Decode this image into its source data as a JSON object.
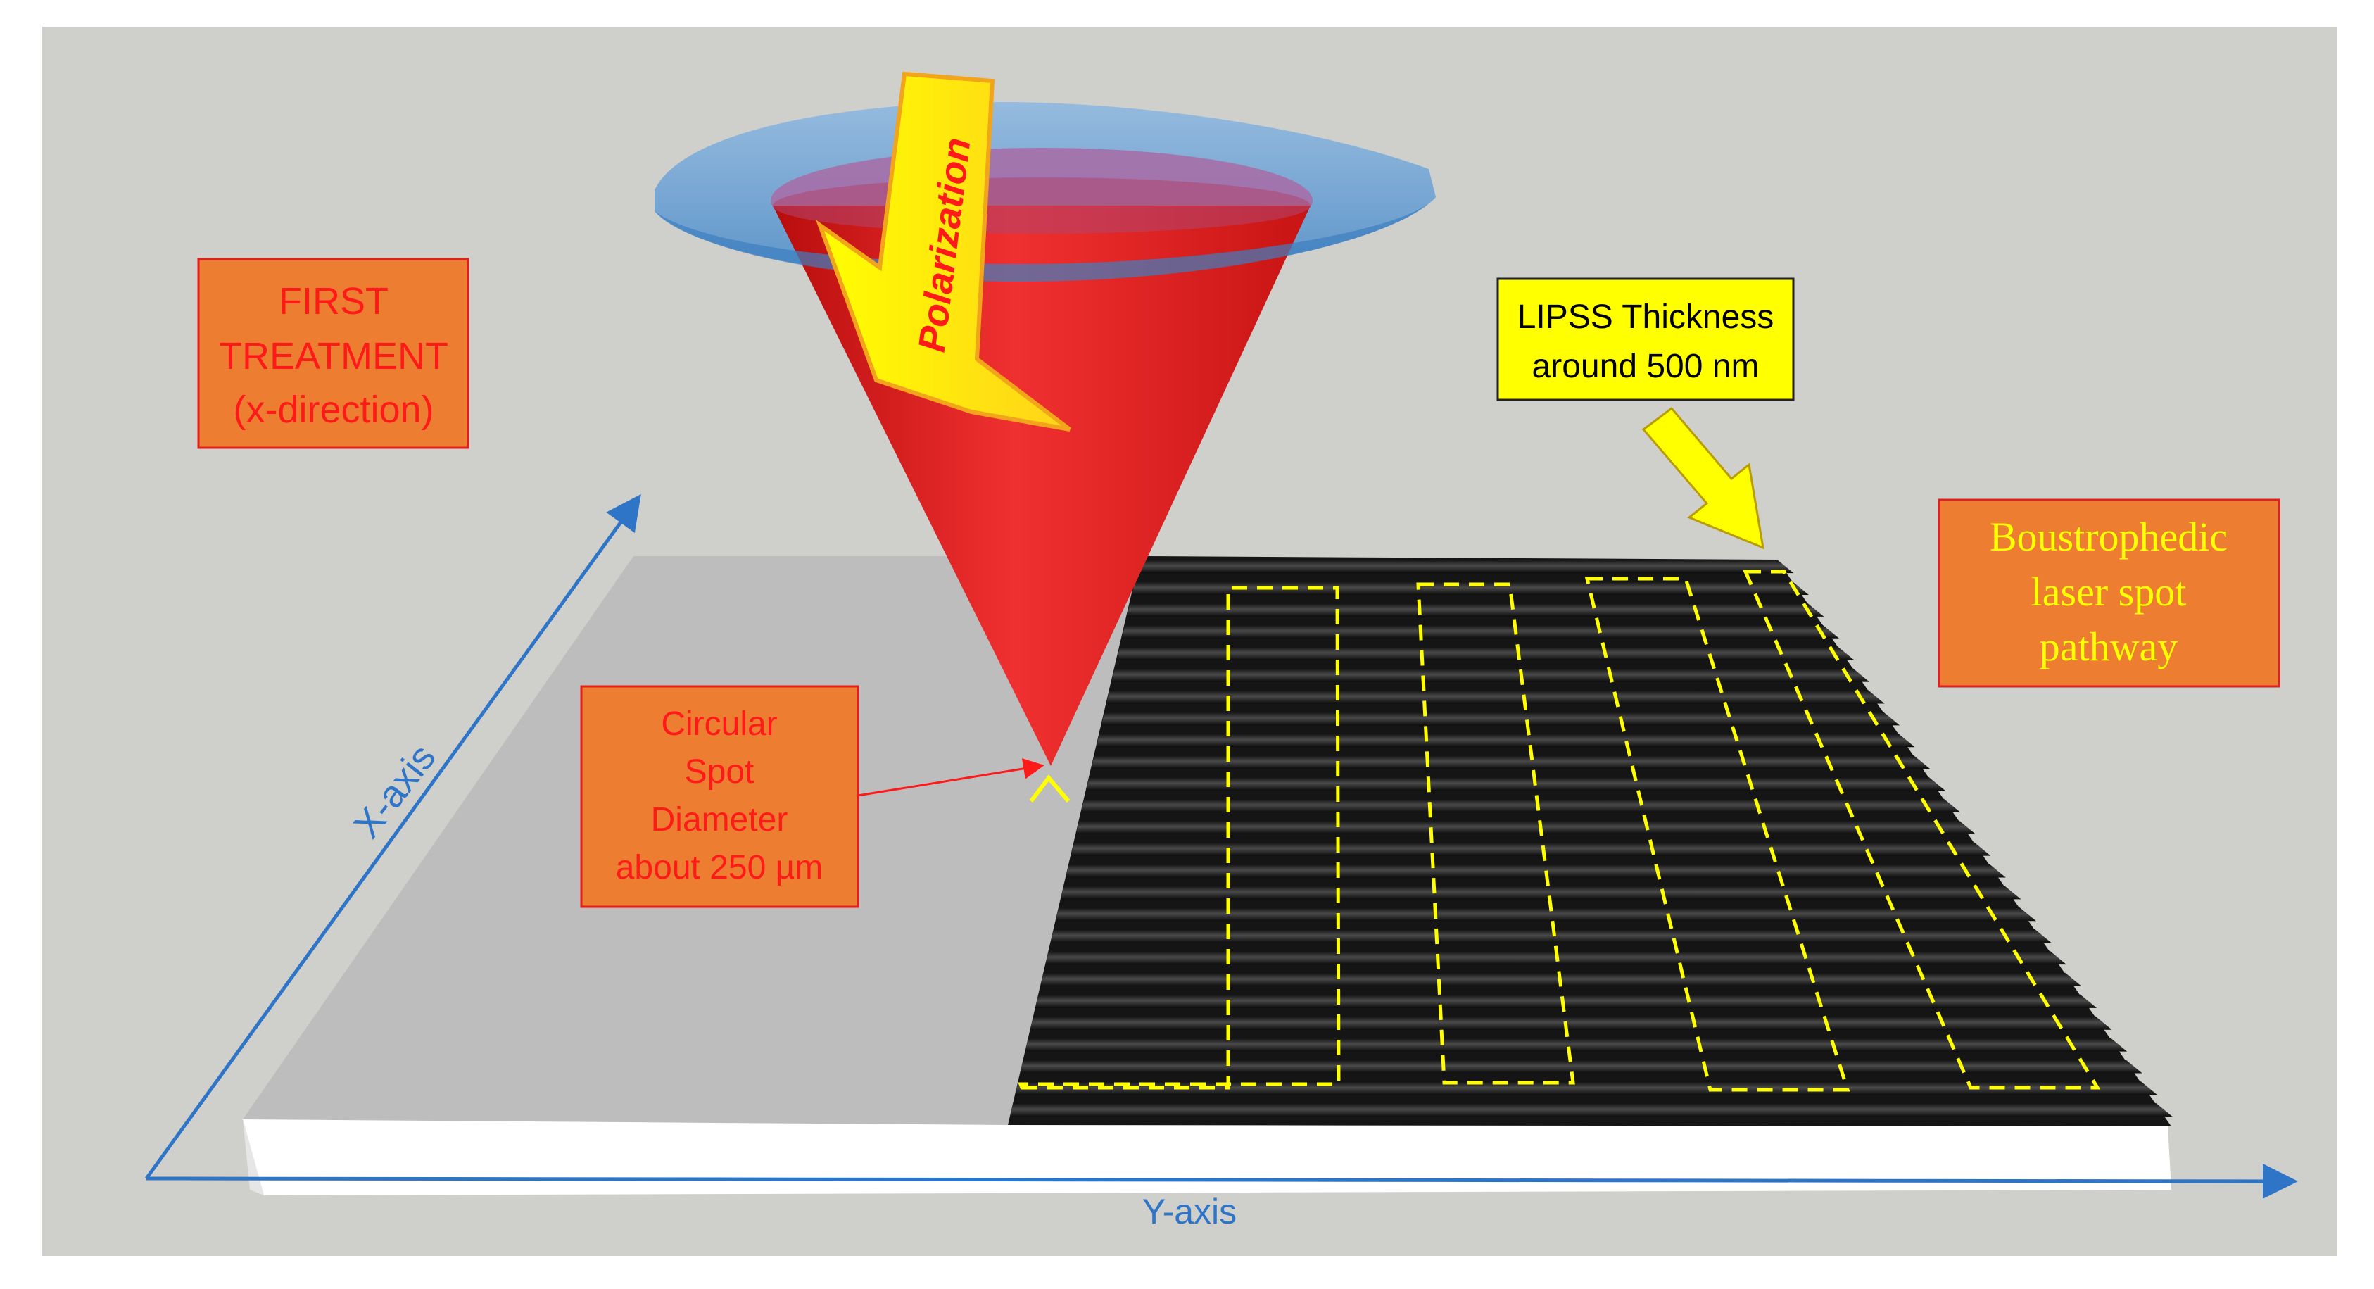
{
  "labels": {
    "first_treatment": [
      "FIRST",
      "TREATMENT",
      "(x-direction)"
    ],
    "polarization": "Polarization",
    "lipss": [
      "LIPSS Thickness",
      "around 500 nm"
    ],
    "boustrophedic": [
      "Boustrophedic",
      "laser spot",
      "pathway"
    ],
    "spot": [
      "Circular",
      "Spot",
      "Diameter",
      "about 250 µm"
    ],
    "x_axis": "X-axis",
    "y_axis": "Y-axis"
  },
  "colors": {
    "background": "#cfcfcc",
    "label_box": "#ed7d31",
    "label_text_red": "#ff1a1a",
    "callout_yellow": "#ffff00",
    "axis_blue": "#2e75c7",
    "laser_red": "#ee2222",
    "lens_blue": "#5b9bd5",
    "lipss_dark": "#1c1c1c"
  }
}
